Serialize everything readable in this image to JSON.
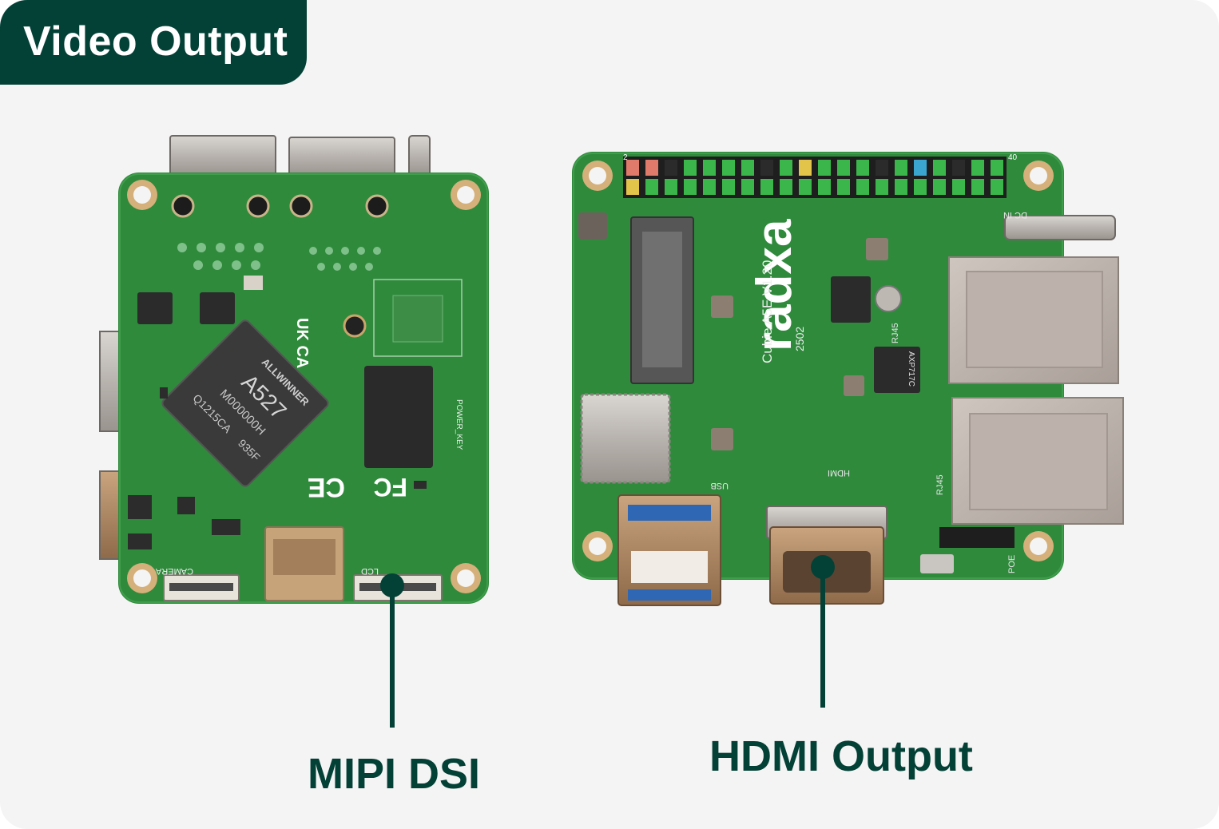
{
  "header": {
    "title": "Video Output"
  },
  "boards": {
    "small": {
      "chip_brand": "ALLWINNER",
      "chip_model": "A527",
      "chip_code": "M000000H",
      "chip_lot": "Q1215CA",
      "chip_suffix": "935F",
      "mark_ce": "CE",
      "mark_fc": "FC",
      "mark_ukca": "UK CA",
      "port_camera": "CAMERA",
      "port_lcd": "LCD",
      "label_power": "POWER_KEY"
    },
    "large": {
      "brand": "radxa",
      "model": "Cubie A5E V1.20",
      "date": "2502",
      "port_usb": "USB",
      "port_hdmi": "HDMI",
      "port_rj45_a": "RJ45",
      "port_rj45_b": "RJ45",
      "port_dcin": "DC IN",
      "port_poe": "POE",
      "pmic": "AXP717C",
      "header_pin_first": "2",
      "header_pin_last": "40"
    }
  },
  "callouts": {
    "mipi": "MIPI DSI",
    "hdmi": "HDMI Output"
  },
  "colors": {
    "accent": "#034137",
    "pcb": "#2f8a3c",
    "background": "#f4f4f4"
  }
}
